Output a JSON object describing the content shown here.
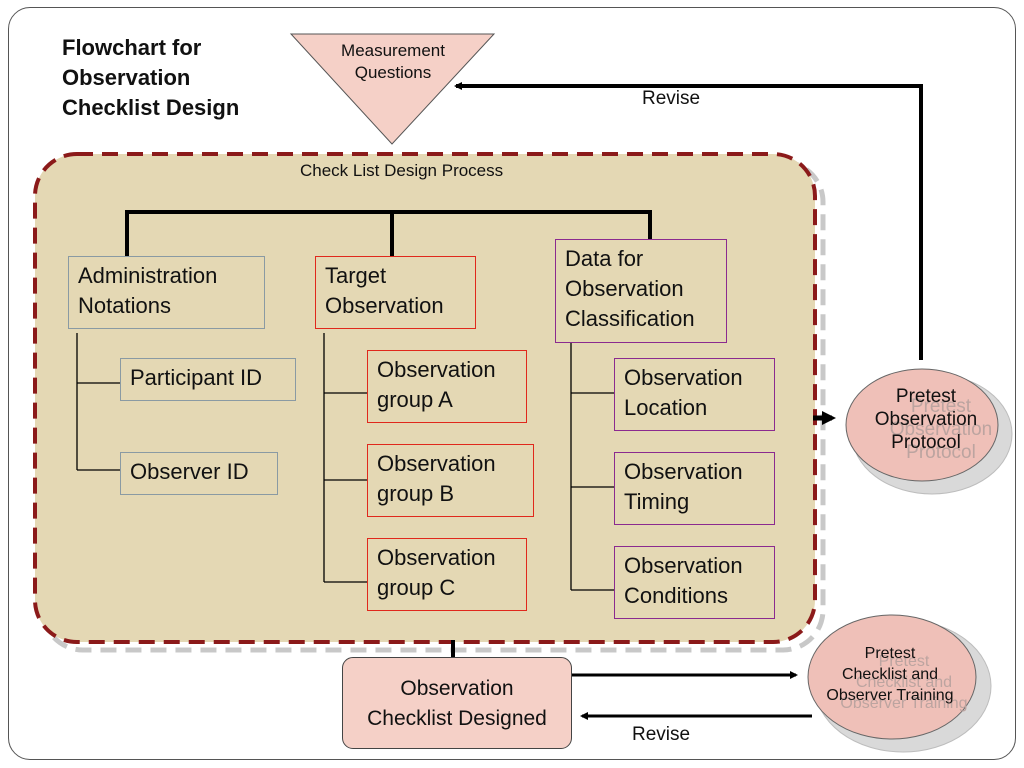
{
  "title": "Flowchart for\nObservation\nChecklist Design",
  "measurement_questions": "Measurement\nQuestions",
  "revise_top": "Revise",
  "revise_bottom": "Revise",
  "process_label": "Check List Design Process",
  "columns": {
    "administration": {
      "header": "Administration\nNotations",
      "items": [
        "Participant ID",
        "Observer ID"
      ]
    },
    "target": {
      "header": "Target\nObservation",
      "items": [
        "Observation\n group A",
        "Observation\ngroup B",
        "Observation\n group C"
      ]
    },
    "data": {
      "header": "Data for\nObservation\nClassification",
      "items": [
        "Observation\nLocation",
        "Observation\nTiming",
        "Observation\nConditions"
      ]
    }
  },
  "pretest_protocol": "Pretest\nObservation\nProtocol",
  "pretest_training": "Pretest\nChecklist and\nObserver Training",
  "final_box": "Observation\nChecklist Designed",
  "colors": {
    "panel_fill": "#e4d8b4",
    "panel_border": "#8b1a1a",
    "triangle_fill": "#f5d0c7",
    "circle_fill": "#efc0b8",
    "admin_border": "#8a9aa3",
    "target_border": "#e0281c",
    "data_border": "#8b2a8f"
  }
}
